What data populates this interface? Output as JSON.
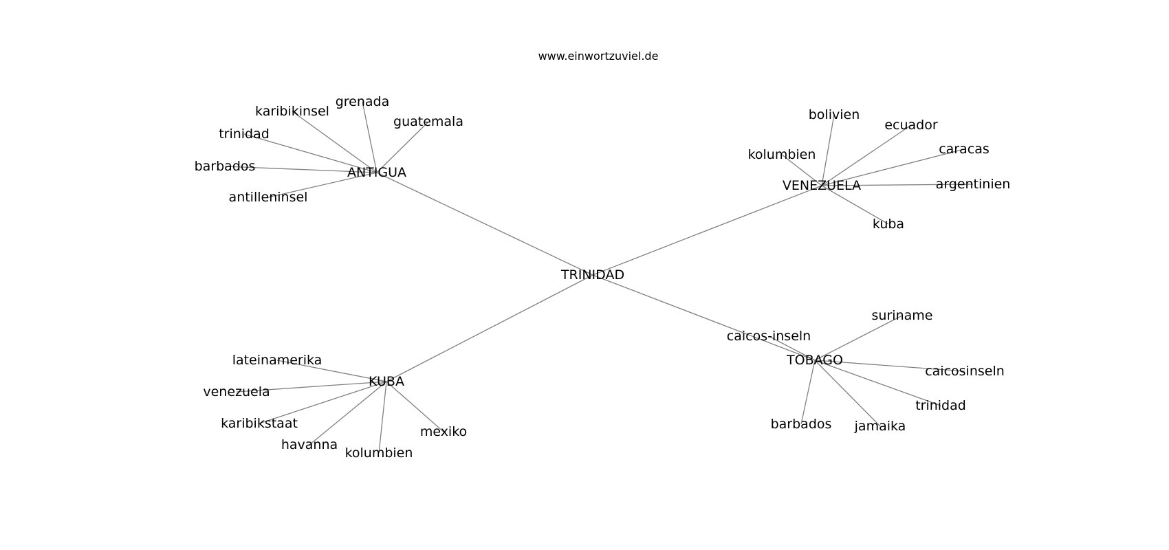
{
  "site": "www.einwortzuviel.de",
  "graph": {
    "root": "TRINIDAD",
    "clusters": [
      {
        "hub": "ANTIGUA",
        "leaves": [
          "karibikinsel",
          "grenada",
          "guatemala",
          "trinidad",
          "barbados",
          "antilleninsel"
        ]
      },
      {
        "hub": "VENEZUELA",
        "leaves": [
          "bolivien",
          "ecuador",
          "kolumbien",
          "caracas",
          "argentinien",
          "kuba"
        ]
      },
      {
        "hub": "KUBA",
        "leaves": [
          "lateinamerika",
          "venezuela",
          "karibikstaat",
          "havanna",
          "kolumbien",
          "mexiko"
        ]
      },
      {
        "hub": "TOBAGO",
        "leaves": [
          "suriname",
          "caicos-inseln",
          "caicosinseln",
          "trinidad",
          "barbados",
          "jamaika"
        ]
      }
    ]
  }
}
